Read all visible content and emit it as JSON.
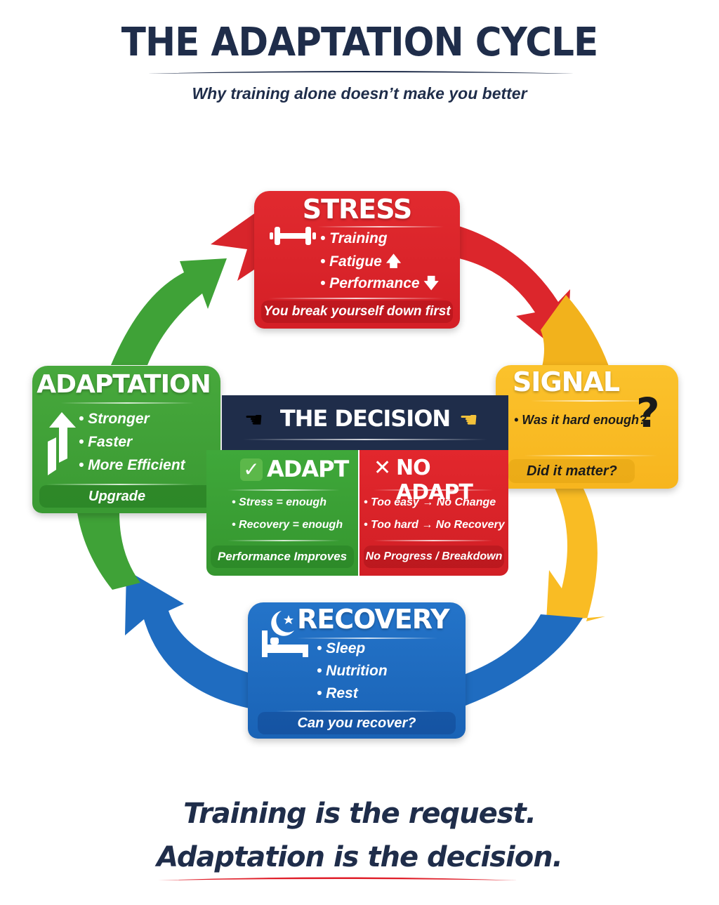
{
  "header": {
    "title": "THE ADAPTATION CYCLE",
    "subtitle": "Why training alone doesn’t make you better"
  },
  "colors": {
    "navy": "#1f2d4a",
    "stress_red": "#dc262c",
    "signal_yellow": "#f9bc24",
    "recovery_blue": "#1f6cc0",
    "adaptation_green": "#3fa237"
  },
  "stages": {
    "stress": {
      "title": "STRESS",
      "icon": "dumbbell-icon",
      "bullets": [
        "• Training",
        "• Fatigue",
        "• Performance"
      ],
      "bullet_icons": [
        "",
        "arrow-up-icon",
        "arrow-down-icon"
      ],
      "footer": "You break yourself down first"
    },
    "signal": {
      "title": "SIGNAL",
      "icon": "question-mark-icon",
      "bullets": [
        "• Was it hard enough?"
      ],
      "footer": "Did it matter?"
    },
    "recovery": {
      "title": "RECOVERY",
      "icon": "moon-bed-icon",
      "bullets": [
        "• Sleep",
        "• Nutrition",
        "• Rest"
      ],
      "footer": "Can you recover?"
    },
    "adaptation": {
      "title": "ADAPTATION",
      "icon": "growth-arrow-icon",
      "bullets": [
        "• Stronger",
        "• Faster",
        "• More Efficient"
      ],
      "footer": "Upgrade"
    }
  },
  "decision": {
    "title": "THE DECISION",
    "icon": "pointing-hand-icon",
    "adapt": {
      "title": "ADAPT",
      "icon": "checkmark-icon",
      "bullets": [
        "• Stress = enough",
        "• Recovery = enough"
      ],
      "footer": "Performance Improves"
    },
    "no_adapt": {
      "title": "NO ADAPT",
      "icon": "x-icon",
      "bullets": [
        "• Too easy → No Change",
        "• Too hard → No Recovery"
      ],
      "footer": "No Progress / Breakdown"
    }
  },
  "tagline": {
    "line1": "Training is the request.",
    "line2": "Adaptation is the decision."
  }
}
